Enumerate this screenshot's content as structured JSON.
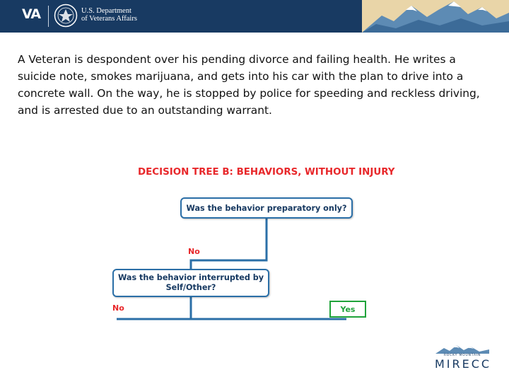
{
  "header": {
    "logo_text": "VA",
    "department_line1": "U.S. Department",
    "department_line2": "of Veterans Affairs",
    "background_color": "#183a62"
  },
  "scenario": {
    "text": "A Veteran is despondent over his pending divorce and failing health. He writes a suicide note, smokes marijuana, and gets into his car with the plan to drive into a concrete wall. On the way, he is stopped by police for speeding and reckless driving, and is arrested due to an outstanding warrant."
  },
  "decision_tree": {
    "title": "DECISION TREE B: BEHAVIORS, WITHOUT INJURY",
    "question1": "Was the behavior preparatory only?",
    "answer_no_1": "No",
    "question2_line1": "Was the behavior interrupted by",
    "question2_line2": "Self/Other?",
    "answer_no_2": "No",
    "answer_yes": "Yes",
    "colors": {
      "title": "#e8282b",
      "connector": "#2b6fa7",
      "no": "#e8282b",
      "yes": "#1fa33a"
    }
  },
  "footer_logo": {
    "line1": "ROCKY MOUNTAIN",
    "line2": "MIRECC"
  }
}
